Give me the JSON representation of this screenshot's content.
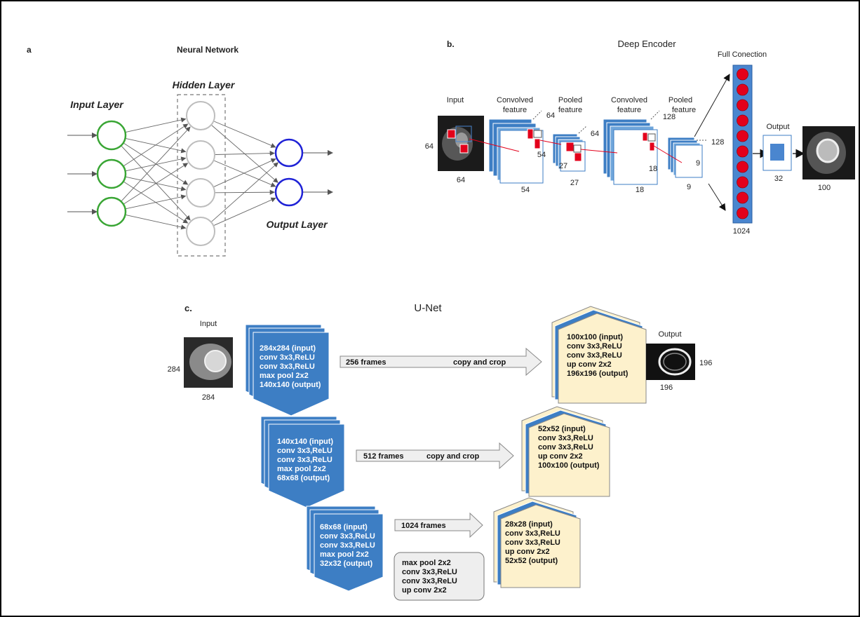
{
  "colors": {
    "input_node": "#3aa635",
    "hidden_node": "#bdbdbd",
    "output_node": "#1f22d6",
    "unet_block": "#3d7ec4",
    "unet_decoder": "#fdf1cc",
    "fc_bar": "#4a86cf",
    "fc_neuron": "#e3001b"
  },
  "panel_a": {
    "letter": "a",
    "title": "Neural Network",
    "input_label": "Input Layer",
    "hidden_label": "Hidden Layer",
    "output_label": "Output Layer"
  },
  "panel_b": {
    "letter": "b.",
    "title": "Deep Encoder",
    "input": {
      "label": "Input",
      "left": "64",
      "bottom": "64"
    },
    "conv1": {
      "label1": "Convolved",
      "label2": "feature",
      "depth": "64",
      "side": "54",
      "bottom": "54"
    },
    "pool1": {
      "label1": "Pooled",
      "label2": "feature",
      "depth": "64",
      "side": "27",
      "bottom": "27"
    },
    "conv2": {
      "label1": "Convolved",
      "label2": "feature",
      "depth": "128",
      "side": "18",
      "bottom": "18"
    },
    "pool2": {
      "label1": "Pooled",
      "label2": "feature",
      "depth": "128",
      "side": "9",
      "bottom": "9"
    },
    "fc": {
      "label": "Full Conection",
      "bottom": "1024"
    },
    "output": {
      "label": "Output",
      "bottom": "32"
    },
    "result": {
      "bottom": "100"
    }
  },
  "panel_c": {
    "letter": "c.",
    "title": "U-Net",
    "input": {
      "label": "Input",
      "left": "284",
      "bottom": "284"
    },
    "output": {
      "label": "Output",
      "right": "196",
      "bottom": "196"
    },
    "enc1": [
      "284x284 (input)",
      "conv 3x3,ReLU",
      "conv 3x3,ReLU",
      "max pool 2x2",
      "140x140 (output)"
    ],
    "enc2": [
      "140x140 (input)",
      "conv 3x3,ReLU",
      "conv 3x3,ReLU",
      "max pool 2x2",
      "68x68 (output)"
    ],
    "enc3": [
      "68x68 (input)",
      "conv 3x3,ReLU",
      "conv 3x3,ReLU",
      "max pool 2x2",
      "32x32 (output)"
    ],
    "dec1": [
      "100x100 (input)",
      "conv 3x3,ReLU",
      "conv 3x3,ReLU",
      "up conv 2x2",
      "196x196 (output)"
    ],
    "dec2": [
      "52x52 (input)",
      "conv 3x3,ReLU",
      "conv 3x3,ReLU",
      "up conv 2x2",
      "100x100 (output)"
    ],
    "dec3": [
      "28x28 (input)",
      "conv 3x3,ReLU",
      "conv 3x3,ReLU",
      "up conv 2x2",
      "52x52 (output)"
    ],
    "bottleneck": [
      "max pool 2x2",
      "conv 3x3,ReLU",
      "conv 3x3,ReLU",
      "up conv 2x2"
    ],
    "arrow1": {
      "frames": "256 frames",
      "action": "copy and crop"
    },
    "arrow2": {
      "frames": "512 frames",
      "action": "copy and crop"
    },
    "arrow3": {
      "frames": "1024 frames"
    }
  }
}
